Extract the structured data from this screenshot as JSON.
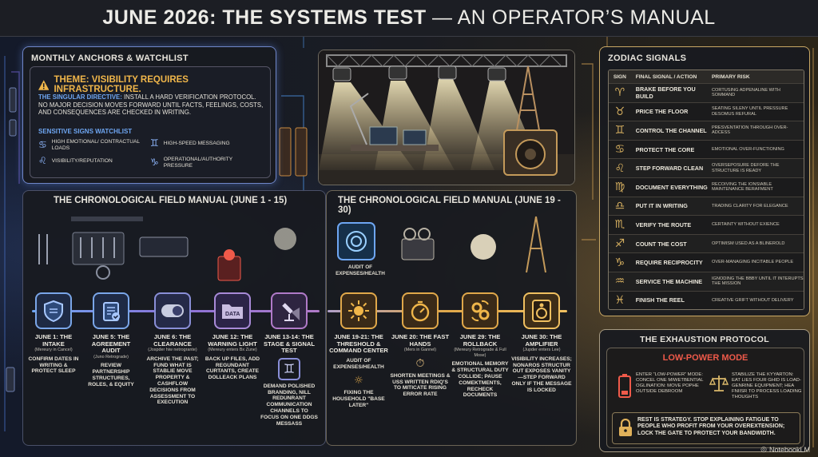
{
  "title": {
    "main": "JUNE 2026: THE SYSTEMS TEST",
    "sub": " — AN OPERATOR’S MANUAL"
  },
  "anchors": {
    "heading": "MONTHLY ANCHORS & WATCHLIST",
    "theme": "THEME: VISIBILITY REQUIRES INFRASTRUCTURE.",
    "directive_label": "THE SINGULAR DIRECTIVE:",
    "directive_text": " INSTALL A HARD VERIFICATION PROTOCOL. NO MAJOR DECISION MOVES FORWARD UNTIL FACTS, FEELINGS, COSTS, AND CONSEQUENCES ARE CHECKED IN WRITING.",
    "sensitive_heading": "SENSITIVE SIGNS WATCHLIST",
    "signs": [
      {
        "glyph": "♋",
        "icon": "cancer-icon",
        "text": "HIGH EMOTIONAL/ CONTRACTUAL LOADS"
      },
      {
        "glyph": "♊",
        "icon": "gemini-icon",
        "text": "HIGH-SPEED MESSAGING"
      },
      {
        "glyph": "♌",
        "icon": "leo-icon",
        "text": "VISIBILITY/REPUTATION"
      },
      {
        "glyph": "♑",
        "icon": "capricorn-icon",
        "text": "OPERATIONAL/AUTHORITY PRESSURE"
      }
    ]
  },
  "zodiac": {
    "heading": "ZODIAC SIGNALS",
    "columns": [
      "SIGN",
      "FINAL SIGNAL / ACTION",
      "PRIMARY RISK"
    ],
    "rows": [
      {
        "glyph": "♈",
        "action": "BRAKE BEFORE YOU BUILD",
        "risk": "CORTUSING ADPENALINE WITH SOMMAND"
      },
      {
        "glyph": "♉",
        "action": "PRICE THE FLOOR",
        "risk": "SEATING SILENY UNTIL PRESSURE DESOMUS REFURAL"
      },
      {
        "glyph": "♊",
        "action": "CONTROL THE CHANNEL",
        "risk": "PRESVENTATION THROUGH OVER-ADCESS"
      },
      {
        "glyph": "♋",
        "action": "PROTECT THE CORE",
        "risk": "EMOTIONAL OVER-FUNCTIONING"
      },
      {
        "glyph": "♌",
        "action": "STEP FORWARD CLEAN",
        "risk": "OVERSEPOSURE DEFORE THE STRUCTURE IS READY"
      },
      {
        "glyph": "♍",
        "action": "DOCUMENT EVERYTHING",
        "risk": "RECOIVING THE IONSIABLE MAINTENANCE BERAFMENT"
      },
      {
        "glyph": "♎",
        "action": "PUT IT IN WRITING",
        "risk": "TRADING CLARITY FOR ELEGANCE"
      },
      {
        "glyph": "♏",
        "action": "VERIFY THE ROUTE",
        "risk": "CERTAINTY WITHOUT EXIENCE"
      },
      {
        "glyph": "♐",
        "action": "COUNT THE COST",
        "risk": "OPTIMISM USED AS A BLINEROLD"
      },
      {
        "glyph": "♑",
        "action": "REQUIRE RECIPROCITY",
        "risk": "OVER-MANAGING INCITABLE PEOPLE"
      },
      {
        "glyph": "♒",
        "action": "SERVICE THE MACHINE",
        "risk": "IGNODING THE BBBY UNTIL IT INTERUPTS THE MISSION"
      },
      {
        "glyph": "♓",
        "action": "FINISH THE REEL",
        "risk": "CREATIVE GRIFT WITHOUT DELIVERY"
      }
    ]
  },
  "exhaustion": {
    "heading": "THE EXHAUSTION PROTOCOL",
    "low_power": "LOW-POWER MODE",
    "left_text": "ENTER “LOW-POWER” MODE: CONCEL ONE MIWETBENTIAL OGLINATION: MOVE POPHE OUTSIDE DEBROOM",
    "right_text": "STABILIZE THE KYYARTON: EAT LIES FOUR GHID IS LOAD-GENRINE EQUIPMENT; HEA FNIISR TO PROCESS LOADING THOUGHTS",
    "rest_text": "REST IS STRATEGY. STOP EXPLAINING FATIGUE TO PEOPLE WHO PROFIT FROM YOUR OVEREXTENSION; LOCK THE GATE TO PROTECT YOUR BANDWIDTH."
  },
  "field1": {
    "heading": "THE CHRONOLOGICAL FIELD MANUAL (JUNE 1 - 15)",
    "steps": [
      {
        "date": "JUNE 1: THE INTAKE",
        "sub": "(Mereury in Cancel)",
        "desc": "CONFIRM DATES IN WRITING & PROTECT SLEEP"
      },
      {
        "date": "JUNE 5: THE AGREEMENT AUDIT",
        "sub": "(Juno Retrograde)",
        "desc": "REVIEW PARTNERSHIP STRUCTURES, ROLES, & EQUITY"
      },
      {
        "date": "JUNE 6: THE CLEARANCE",
        "sub": "(Jospder hiw netrogrante)",
        "desc": "ARCHIVE THE PAST; FUND WHAT IS STABLIE MOVE PROPERTY & CASHFLOW DECISIONS FROM ASSESSMENT TO EXECUTION"
      },
      {
        "date": "JUNE 12: THE WARNING LIGHT",
        "sub": "(Mereury enters Bx Zune)",
        "desc": "BACK UP FILES, ADD REGUNDANT CURTANTS, CREATE DOLLEACK PLANS"
      },
      {
        "date": "JUNE 13-14: THE STAGE & SIGNAL TEST",
        "sub": "",
        "desc": "DEMAND POLISHED BRANDING, NILL REDUNRANT COMMUNICATION CHANNELS TO FOCUS ON ONE DDGS MESSASS"
      }
    ],
    "data_label": "DATA"
  },
  "field2": {
    "heading": "THE CHRONOLOGICAL FIELD MANUAL (JUNE 19 - 30)",
    "audit_label": "AUDIT OF EXPENSES/HEALTH",
    "steps": [
      {
        "date": "JUNE 19-21: THE THRESHOLD & COMMAND CENTER",
        "sub": "",
        "desc": "AUDIT OF EXPENSES/HEALTH",
        "extra": "FIXING THE HOUSEHOLD \"BASE LATER\""
      },
      {
        "date": "JUNE 20: THE FAST HANDS",
        "sub": "(Mers in Gannel)",
        "desc": "SHORTEN MEETINGS & USS WRITTEN RDIQ'S TO MITICATE RISING ERROR RATE"
      },
      {
        "date": "JUNE 29: THE ROLLBACK",
        "sub": "(Mereury Retrograde & Full Mose)",
        "desc": "EMOTIONAL MEMORY & STRUCTURAL DUTY COLLIDE; PAUSE COMEKTMENTS, RECHECK DOCUMENTS"
      },
      {
        "date": "JUNE 30: THE AMPLIFIER",
        "sub": "(Jupder enters Lee)",
        "desc": "VISIBILITY INCREASES; NONAROS STRUCTUR OUT EXPOSES VANITY—STEP FORWARD ONLY IF THE MESSAGE IS LOCKED"
      }
    ]
  },
  "credit": "NotebookLM",
  "colors": {
    "gold": "#e0a84a",
    "blue": "#6ea6f2",
    "red": "#ef5a4a",
    "purple": "#8a72d8"
  }
}
